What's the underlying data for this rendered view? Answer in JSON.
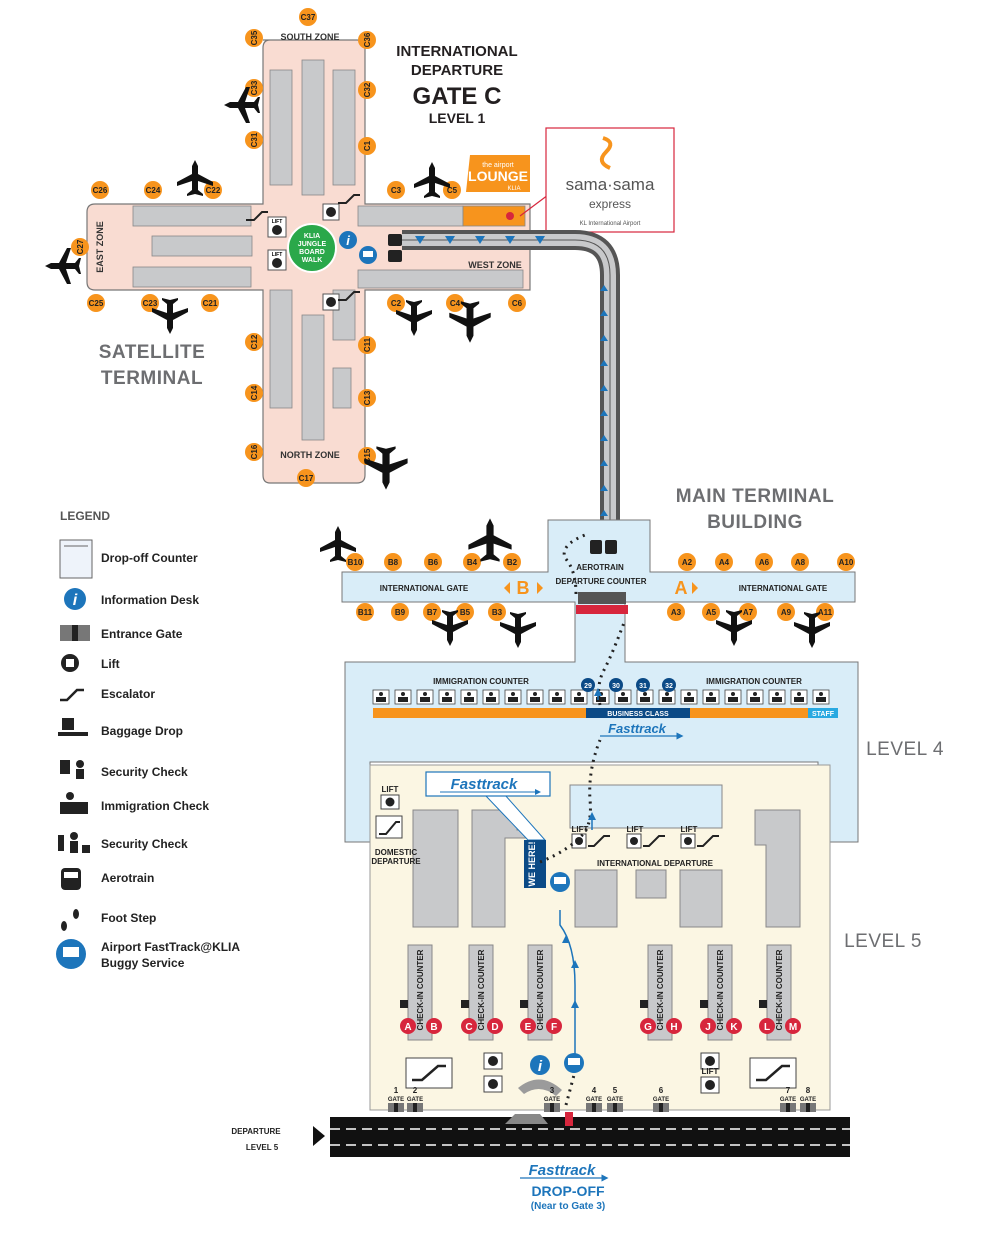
{
  "satellite": {
    "title_line1": "INTERNATIONAL",
    "title_line2": "DEPARTURE",
    "title_gate": "GATE C",
    "title_level": "LEVEL 1",
    "name_line1": "SATELLITE",
    "name_line2": "TERMINAL",
    "zones": {
      "south": "SOUTH ZONE",
      "north": "NORTH ZONE",
      "east": "EAST ZONE",
      "west": "WEST ZONE"
    },
    "hub_label": [
      "KLIA",
      "JUNGLE",
      "BOARD",
      "WALK"
    ],
    "lift_label": "LIFT",
    "gates": [
      "C37",
      "C35",
      "C36",
      "C33",
      "C32",
      "C31",
      "C1",
      "C26",
      "C24",
      "C22",
      "C3",
      "C5",
      "C27",
      "C25",
      "C23",
      "C21",
      "C2",
      "C4",
      "C6",
      "C12",
      "C11",
      "C14",
      "C13",
      "C16",
      "C15",
      "C17"
    ]
  },
  "lounge": {
    "small": "the airport",
    "name": "LOUNGE",
    "sub": "KLIA",
    "brand_line1": "sama·sama",
    "brand_line2": "express",
    "brand_line3": "KL International Airport"
  },
  "main_terminal": {
    "name_line1": "MAIN TERMINAL",
    "name_line2": "BUILDING",
    "aerotrain": "AEROTRAIN",
    "departure_counter": "DEPARTURE COUNTER",
    "international_gate": "INTERNATIONAL GATE",
    "pier_b": "B",
    "pier_a": "A",
    "gates_b_top": [
      "B10",
      "B8",
      "B6",
      "B4",
      "B2"
    ],
    "gates_b_bottom": [
      "B11",
      "B9",
      "B7",
      "B5",
      "B3"
    ],
    "gates_a_top": [
      "A2",
      "A4",
      "A6",
      "A8",
      "A10"
    ],
    "gates_a_bottom": [
      "A3",
      "A5",
      "A7",
      "A9",
      "A11"
    ]
  },
  "level4": {
    "label": "LEVEL 4",
    "immigration_left": "IMMIGRATION COUNTER",
    "immigration_right": "IMMIGRATION COUNTER",
    "counters": [
      "29",
      "30",
      "31",
      "32"
    ],
    "business_class": "BUSINESS CLASS",
    "staff": "STAFF",
    "fasttrack": "Fasttrack"
  },
  "level5": {
    "label": "LEVEL 5",
    "lift": "LIFT",
    "domestic_line1": "DOMESTIC",
    "domestic_line2": "DEPARTURE",
    "international_departure": "INTERNATIONAL DEPARTURE",
    "we_here": "WE HERE!",
    "fasttrack": "Fasttrack",
    "check_in": "CHECK-IN COUNTER",
    "row_letters": [
      "A",
      "B",
      "C",
      "D",
      "E",
      "F",
      "G",
      "H",
      "J",
      "K",
      "L",
      "M"
    ],
    "gate_word": "GATE",
    "entrance_gates": [
      "1",
      "2",
      "3",
      "4",
      "5",
      "6",
      "7",
      "8"
    ]
  },
  "road": {
    "label_line1": "DEPARTURE",
    "label_line2": "LEVEL 5",
    "fasttrack": "Fasttrack",
    "dropoff": "DROP-OFF",
    "dropoff_sub": "(Near to Gate 3)"
  },
  "legend": {
    "title": "LEGEND",
    "items": [
      {
        "icon": "drop-off-counter-icon",
        "label": "Drop-off Counter"
      },
      {
        "icon": "information-desk-icon",
        "label": "Information Desk"
      },
      {
        "icon": "entrance-gate-icon",
        "label": "Entrance Gate"
      },
      {
        "icon": "lift-icon",
        "label": "Lift"
      },
      {
        "icon": "escalator-icon",
        "label": "Escalator"
      },
      {
        "icon": "baggage-drop-icon",
        "label": "Baggage Drop"
      },
      {
        "icon": "security-check-icon",
        "label": "Security Check"
      },
      {
        "icon": "immigration-check-icon",
        "label": "Immigration Check"
      },
      {
        "icon": "security-check-2-icon",
        "label": "Security Check"
      },
      {
        "icon": "aerotrain-icon",
        "label": "Aerotrain"
      },
      {
        "icon": "foot-step-icon",
        "label": "Foot Step"
      },
      {
        "icon": "buggy-icon",
        "label": "Airport FastTrack@KLIA",
        "label2": "Buggy Service"
      }
    ]
  },
  "colors": {
    "orange": "#f7941d",
    "blue_light": "#d9edf8",
    "blue_dark": "#1d75bb",
    "navy": "#0b4a86",
    "pink_floor": "#f9dcd2",
    "cream": "#fbf6e3",
    "building_grey": "#c8c9cb",
    "green": "#2aa84a",
    "red": "#d7263d"
  }
}
